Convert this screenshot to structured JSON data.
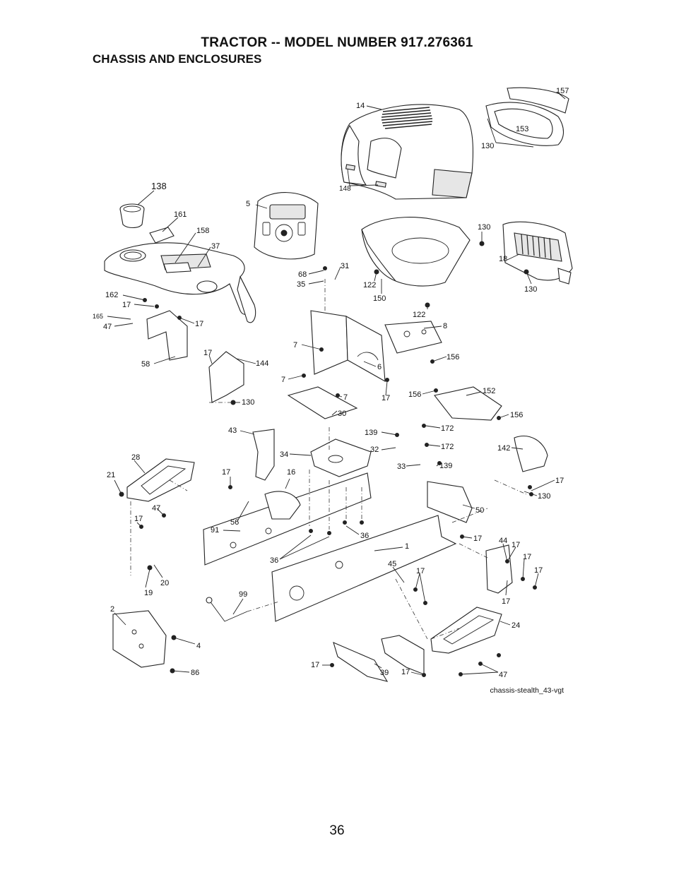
{
  "header": {
    "title": "TRACTOR -- MODEL NUMBER 917.276361",
    "subtitle": "CHASSIS AND ENCLOSURES"
  },
  "diagram": {
    "source_code": "chassis-stealth_43-vgt",
    "callouts": {
      "c14": "14",
      "c157": "157",
      "c153": "153",
      "c130a": "130",
      "c148": "148",
      "c138": "138",
      "c5": "5",
      "c161": "161",
      "c158": "158",
      "c37": "37",
      "c130b": "130",
      "c18": "18",
      "c130c": "130",
      "c68": "68",
      "c31": "31",
      "c35": "35",
      "c122a": "122",
      "c150": "150",
      "c122b": "122",
      "c162": "162",
      "c17a": "17",
      "c165": "165",
      "c47a": "47",
      "c17b": "17",
      "c8": "8",
      "c7a": "7",
      "c6": "6",
      "c156a": "156",
      "c58": "58",
      "c17c": "17",
      "c144": "144",
      "c7b": "7",
      "c7c": "7",
      "c17d": "17",
      "c156b": "156",
      "c152": "152",
      "c156c": "156",
      "c130d": "130",
      "c30": "30",
      "c43": "43",
      "c139a": "139",
      "c172a": "172",
      "c28": "28",
      "c34": "34",
      "c32": "32",
      "c172b": "172",
      "c142": "142",
      "c33": "33",
      "c139b": "139",
      "c21": "21",
      "c17e": "17",
      "c16": "16",
      "c17f": "17",
      "c130e": "130",
      "c47b": "47",
      "c50": "50",
      "c17g": "17",
      "c56": "56",
      "c91": "91",
      "c36a": "36",
      "c17h": "17",
      "c44": "44",
      "c17i": "17",
      "c1": "1",
      "c17j": "17",
      "c36b": "36",
      "c45": "45",
      "c17k": "17",
      "c17l": "17",
      "c20": "20",
      "c19": "19",
      "c17m": "17",
      "c99": "99",
      "c2": "2",
      "c24": "24",
      "c4": "4",
      "c17n": "17",
      "c39": "39",
      "c17o": "17",
      "c47c": "47",
      "c86": "86"
    }
  },
  "footer": {
    "page_number": "36"
  }
}
